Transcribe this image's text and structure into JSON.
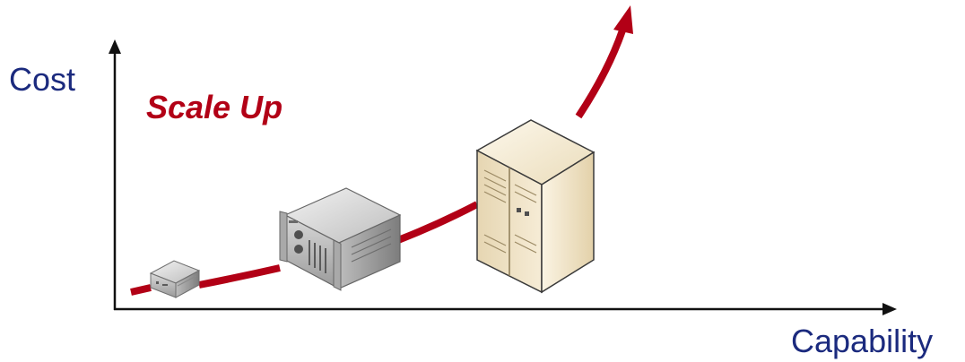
{
  "diagram": {
    "title": "Scale Up",
    "y_axis_label": "Cost",
    "x_axis_label": "Capability"
  },
  "colors": {
    "curve": "#b20016",
    "title": "#b20016",
    "axis": "#111111",
    "axis_label": "#1b2a7e",
    "server_metal": "#c8c8c8",
    "server_beige": "#efe2c4"
  },
  "icons": [
    "small-server-icon",
    "rack-server-icon",
    "tower-server-icon"
  ]
}
